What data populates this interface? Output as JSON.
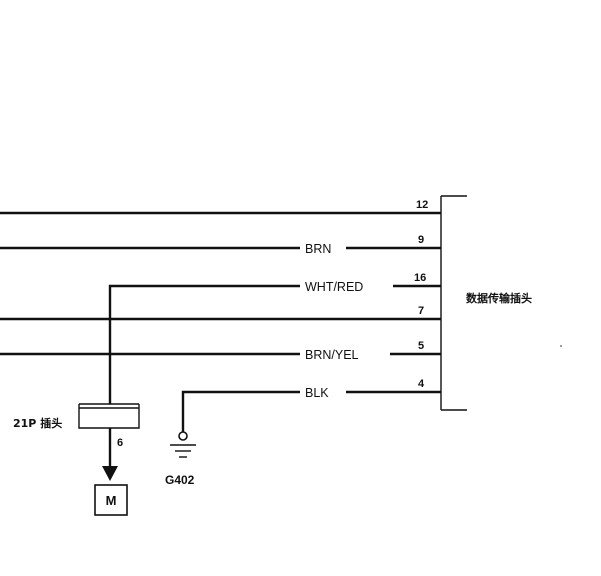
{
  "connector": {
    "name": "数据传输插头",
    "pins": [
      "12",
      "9",
      "16",
      "7",
      "5",
      "4"
    ]
  },
  "wires": [
    {
      "pin": "12",
      "color": ""
    },
    {
      "pin": "9",
      "color": "BRN"
    },
    {
      "pin": "16",
      "color": "WHT/RED"
    },
    {
      "pin": "7",
      "color": ""
    },
    {
      "pin": "5",
      "color": "BRN/YEL"
    },
    {
      "pin": "4",
      "color": "BLK"
    }
  ],
  "connector_21p": {
    "label": "21P 插头",
    "pin": "6"
  },
  "ground": {
    "label": "G402"
  },
  "motor": {
    "label": "M"
  }
}
